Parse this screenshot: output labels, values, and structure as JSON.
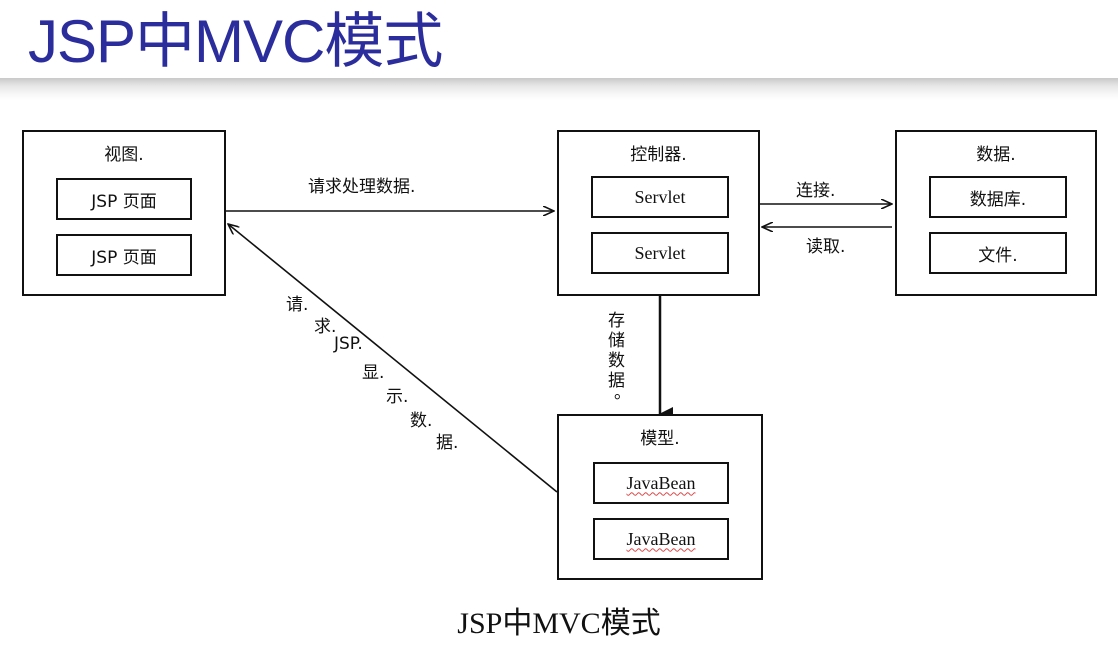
{
  "slide": {
    "title": "JSP中MVC模式",
    "caption": "JSP中MVC模式"
  },
  "view": {
    "title": "视图.",
    "items": [
      "JSP 页面",
      "JSP 页面"
    ]
  },
  "controller": {
    "title": "控制器.",
    "items": [
      "Servlet",
      "Servlet"
    ]
  },
  "data_store": {
    "title": "数据.",
    "items": [
      "数据库.",
      "文件."
    ]
  },
  "model": {
    "title": "模型.",
    "items": [
      "JavaBean",
      "JavaBean"
    ]
  },
  "edges": {
    "request_process": "请求处理数据.",
    "connect": "连接.",
    "read": "读取.",
    "store_chars": [
      "存",
      "储",
      "数",
      "据",
      "。"
    ],
    "display_chars": [
      "请.",
      "求.",
      "JSP.",
      "显.",
      "示.",
      "数.",
      "据."
    ]
  },
  "colors": {
    "title": "#2c2d9c",
    "line": "#111111",
    "spell_underline": "#d84a4a"
  }
}
